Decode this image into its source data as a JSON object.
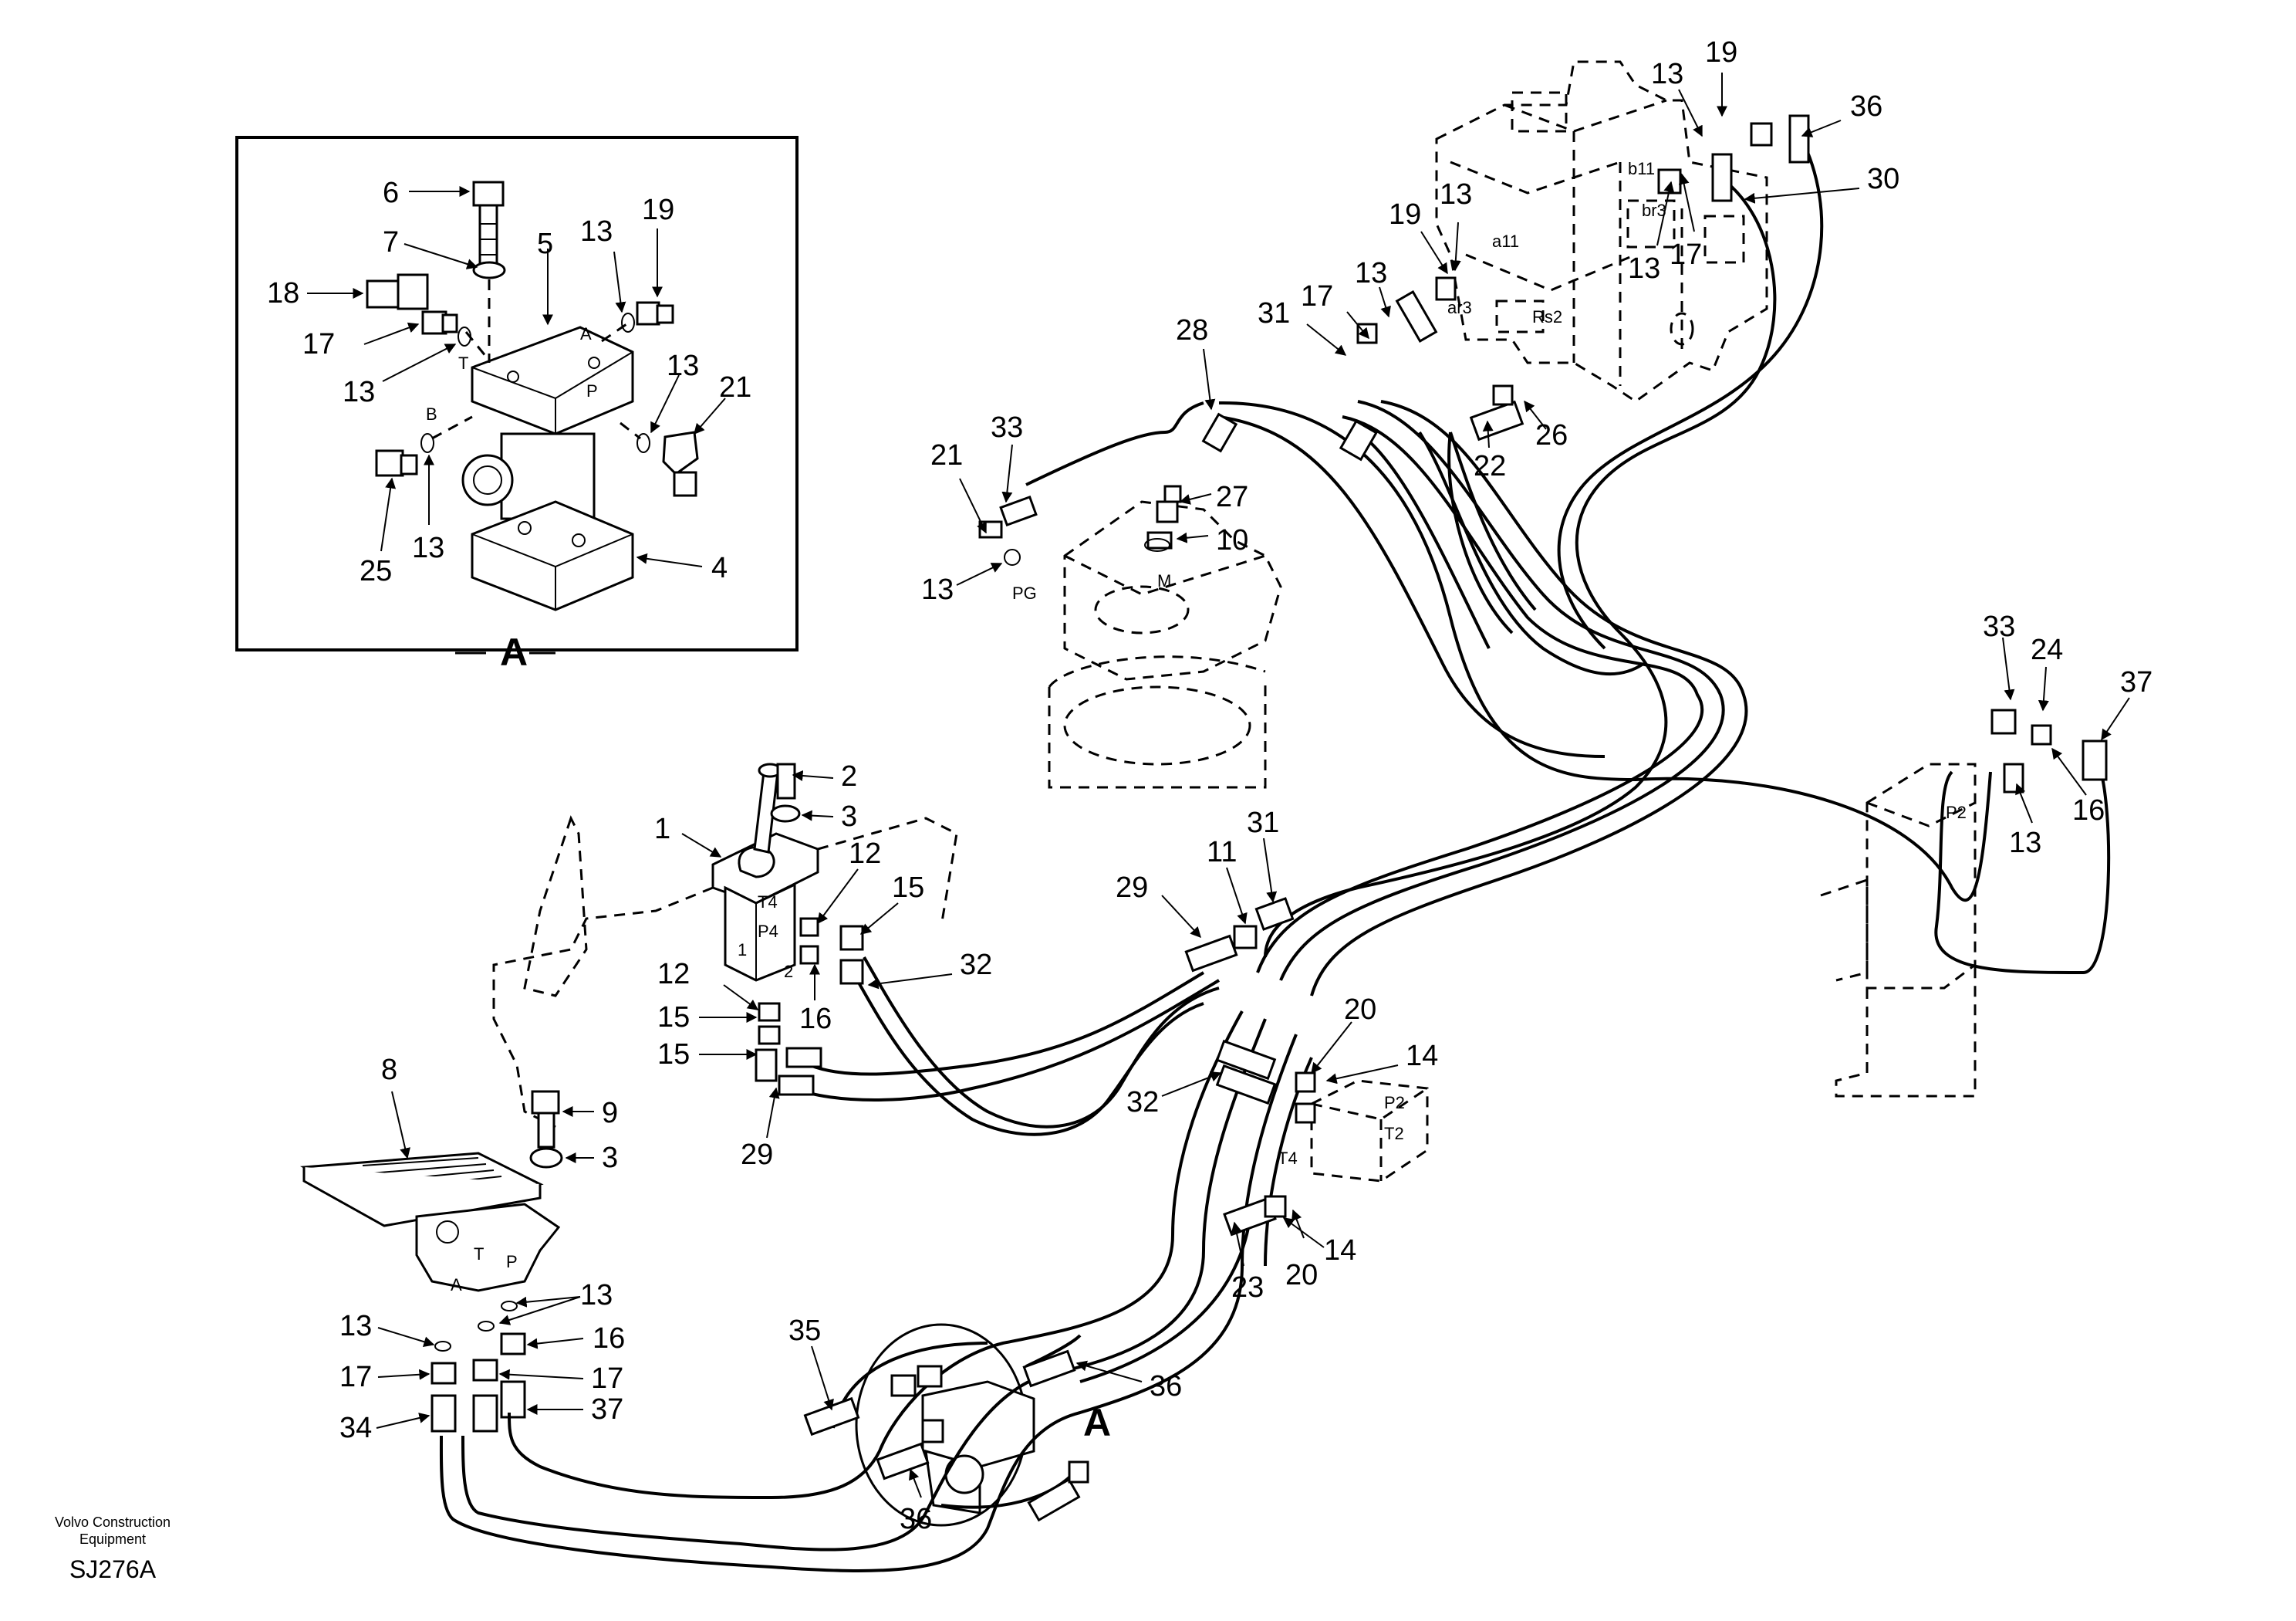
{
  "detail_frame": {
    "label": "A"
  },
  "detail_marker": {
    "label": "A"
  },
  "callouts": [
    {
      "id": "d6",
      "text": "6"
    },
    {
      "id": "d7",
      "text": "7"
    },
    {
      "id": "d5",
      "text": "5"
    },
    {
      "id": "d13a",
      "text": "13"
    },
    {
      "id": "d19",
      "text": "19"
    },
    {
      "id": "d18",
      "text": "18"
    },
    {
      "id": "d17",
      "text": "17"
    },
    {
      "id": "d13b",
      "text": "13"
    },
    {
      "id": "d13c",
      "text": "13"
    },
    {
      "id": "d21",
      "text": "21"
    },
    {
      "id": "d25",
      "text": "25"
    },
    {
      "id": "d13d",
      "text": "13"
    },
    {
      "id": "d4",
      "text": "4"
    },
    {
      "id": "m13a",
      "text": "13"
    },
    {
      "id": "m19a",
      "text": "19"
    },
    {
      "id": "m36a",
      "text": "36"
    },
    {
      "id": "m30",
      "text": "30"
    },
    {
      "id": "m19b",
      "text": "19"
    },
    {
      "id": "m13b",
      "text": "13"
    },
    {
      "id": "m13c",
      "text": "13"
    },
    {
      "id": "m17a",
      "text": "17"
    },
    {
      "id": "m31a",
      "text": "31"
    },
    {
      "id": "m17b",
      "text": "17"
    },
    {
      "id": "m13d",
      "text": "13"
    },
    {
      "id": "m28",
      "text": "28"
    },
    {
      "id": "m22",
      "text": "22"
    },
    {
      "id": "m26",
      "text": "26"
    },
    {
      "id": "m21",
      "text": "21"
    },
    {
      "id": "m33a",
      "text": "33"
    },
    {
      "id": "m27",
      "text": "27"
    },
    {
      "id": "m10",
      "text": "10"
    },
    {
      "id": "m13e",
      "text": "13"
    },
    {
      "id": "r33",
      "text": "33"
    },
    {
      "id": "r24",
      "text": "24"
    },
    {
      "id": "r37",
      "text": "37"
    },
    {
      "id": "r13",
      "text": "13"
    },
    {
      "id": "r16",
      "text": "16"
    },
    {
      "id": "c2",
      "text": "2"
    },
    {
      "id": "c3a",
      "text": "3"
    },
    {
      "id": "c1",
      "text": "1"
    },
    {
      "id": "c12a",
      "text": "12"
    },
    {
      "id": "c15a",
      "text": "15"
    },
    {
      "id": "c31",
      "text": "31"
    },
    {
      "id": "c11",
      "text": "11"
    },
    {
      "id": "c29a",
      "text": "29"
    },
    {
      "id": "c32a",
      "text": "32"
    },
    {
      "id": "c12b",
      "text": "12"
    },
    {
      "id": "c16a",
      "text": "16"
    },
    {
      "id": "c15b",
      "text": "15"
    },
    {
      "id": "c15c",
      "text": "15"
    },
    {
      "id": "c29b",
      "text": "29"
    },
    {
      "id": "c20a",
      "text": "20"
    },
    {
      "id": "c14a",
      "text": "14"
    },
    {
      "id": "c32b",
      "text": "32"
    },
    {
      "id": "p8",
      "text": "8"
    },
    {
      "id": "p9",
      "text": "9"
    },
    {
      "id": "p3",
      "text": "3"
    },
    {
      "id": "p13a",
      "text": "13"
    },
    {
      "id": "p13b",
      "text": "13"
    },
    {
      "id": "p16",
      "text": "16"
    },
    {
      "id": "p17a",
      "text": "17"
    },
    {
      "id": "p17b",
      "text": "17"
    },
    {
      "id": "p34",
      "text": "34"
    },
    {
      "id": "p37",
      "text": "37"
    },
    {
      "id": "p35",
      "text": "35"
    },
    {
      "id": "p36a",
      "text": "36"
    },
    {
      "id": "p36b",
      "text": "36"
    },
    {
      "id": "s14",
      "text": "14"
    },
    {
      "id": "s20",
      "text": "20"
    },
    {
      "id": "s23",
      "text": "23"
    }
  ],
  "port_labels": {
    "T": "T",
    "A": "A",
    "P": "P",
    "B": "B",
    "b11": "b11",
    "br3": "br3",
    "a11": "a11",
    "ar3": "ar3",
    "Rs2": "Rs2",
    "PG": "PG",
    "M": "M",
    "P2": "P2",
    "P2b": "P2",
    "T2": "T2",
    "T4": "T4",
    "T4j": "T4",
    "P4j": "P4",
    "n1": "1",
    "n2": "2",
    "Tp": "T",
    "Pp": "P",
    "Ap": "A"
  },
  "footer": {
    "line1": "Volvo Construction",
    "line2": "Equipment",
    "code": "SJ276A"
  }
}
